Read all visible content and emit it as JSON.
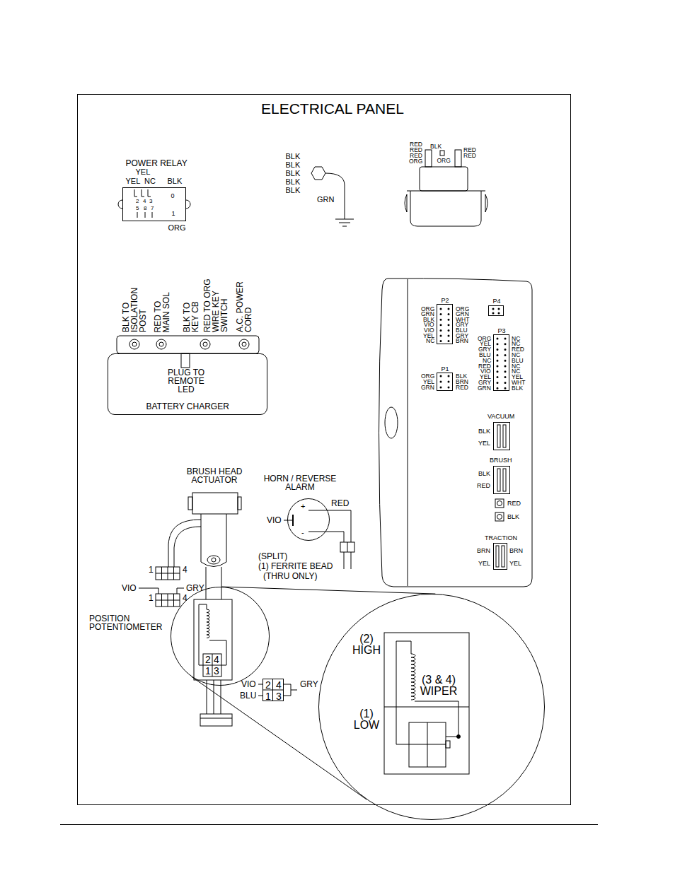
{
  "diagram": {
    "title": "ELECTRICAL PANEL",
    "nodes": [
      {
        "text": [
          "POWER RELAY"
        ]
      },
      {
        "text": [
          "PLUG TO REMOTE LED",
          "BATTERY CHARGER"
        ]
      },
      {
        "text": [
          "P2"
        ]
      },
      {
        "text": [
          "P4"
        ]
      },
      {
        "text": [
          "P3"
        ]
      },
      {
        "text": [
          "P1"
        ]
      },
      {
        "text": [
          "VACUUM"
        ]
      },
      {
        "text": [
          "BRUSH"
        ]
      },
      {
        "text": [
          "TRACTION"
        ]
      },
      {
        "text": [
          "HORN / REVERSE ALARM"
        ]
      },
      {
        "text": [
          "2",
          "4",
          "1",
          "3"
        ]
      },
      {
        "text": [
          "2",
          "4",
          "1",
          "3"
        ]
      },
      {
        "text": [
          "(2) HIGH",
          "(3 & 4) WIPER",
          "(1) LOW"
        ]
      }
    ],
    "edges": [
      {
        "from": 10,
        "to": 12,
        "arrow": "none"
      }
    ],
    "labels": [
      "YEL",
      "YEL",
      "NC",
      "BLK",
      "2",
      "4",
      "3",
      "5",
      "8",
      "7",
      "0",
      "1",
      "ORG",
      "BLK",
      "BLK",
      "BLK",
      "BLK",
      "BLK",
      "GRN",
      "RED",
      "RED",
      "RED",
      "ORG",
      "BLK",
      "ORG",
      "RED",
      "RED",
      "BLK TO ISOLATION POST",
      "RED TO MAIN SOL",
      "BLK TO KEY CB",
      "RED TO ORG WIRE KEY SWITCH",
      "A.C. POWER CORD",
      "ORG",
      "GRN",
      "BLK",
      "VIO",
      "VIO",
      "YEL",
      "NC",
      "ORG",
      "GRN",
      "WHT",
      "GRY",
      "BLU",
      "GRY",
      "BRN",
      "ORG",
      "YEL",
      "GRY",
      "BLU",
      "NC",
      "RED",
      "VIO",
      "YEL",
      "GRY",
      "GRN",
      "NC",
      "NC",
      "RED",
      "NC",
      "BLU",
      "NC",
      "NC",
      "YEL",
      "WHT",
      "BLK",
      "ORG",
      "YEL",
      "GRN",
      "BLK",
      "BRN",
      "RED",
      "BLK",
      "YEL",
      "BLK",
      "RED",
      "RED",
      "BLK",
      "BRN",
      "YEL",
      "BRN",
      "YEL",
      "BRUSH HEAD ACTUATOR",
      "1",
      "4",
      "VIO",
      "GRY",
      "1",
      "4",
      "POSITION POTENTIOMETER",
      "+",
      "-",
      "VIO",
      "RED",
      "(SPLIT)",
      "(1) FERRITE BEAD",
      "(THRU ONLY)",
      "VIO",
      "BLU",
      "GRY"
    ]
  }
}
